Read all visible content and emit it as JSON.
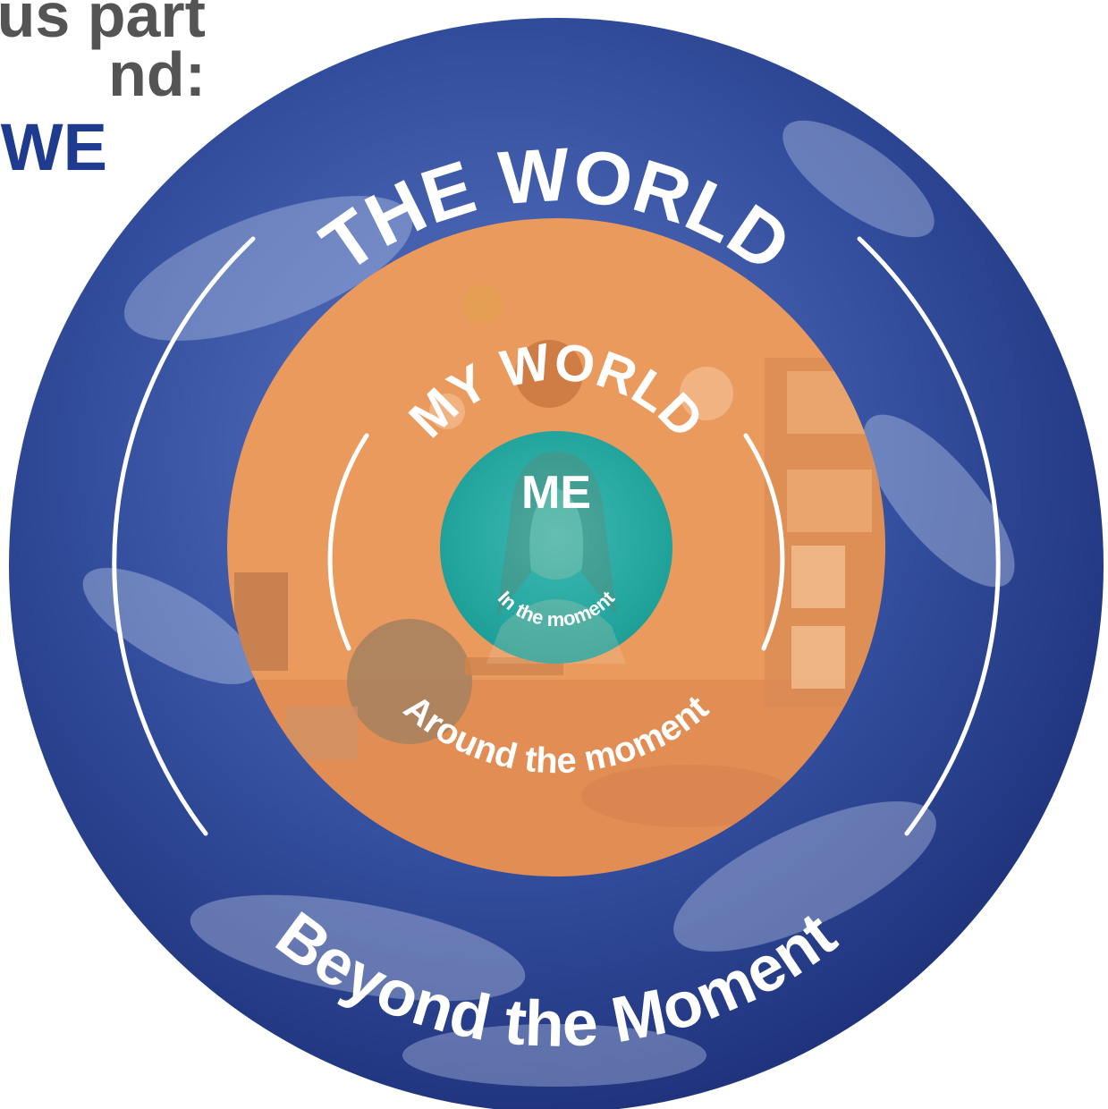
{
  "heading": {
    "line1": "us part",
    "line2": "nd:",
    "line3": "WE"
  },
  "rings": {
    "outer": {
      "title": "THE WORLD",
      "subtitle": "Beyond the Moment"
    },
    "middle": {
      "title": "MY WORLD",
      "subtitle": "Around the moment"
    },
    "inner": {
      "title": "ME",
      "subtitle": "In the moment"
    }
  },
  "colors": {
    "globe": "#2c4a9a",
    "room": "#e8955a",
    "me": "#1fa7a0",
    "heading_gray": "#545454",
    "heading_blue": "#1f3b8f"
  }
}
